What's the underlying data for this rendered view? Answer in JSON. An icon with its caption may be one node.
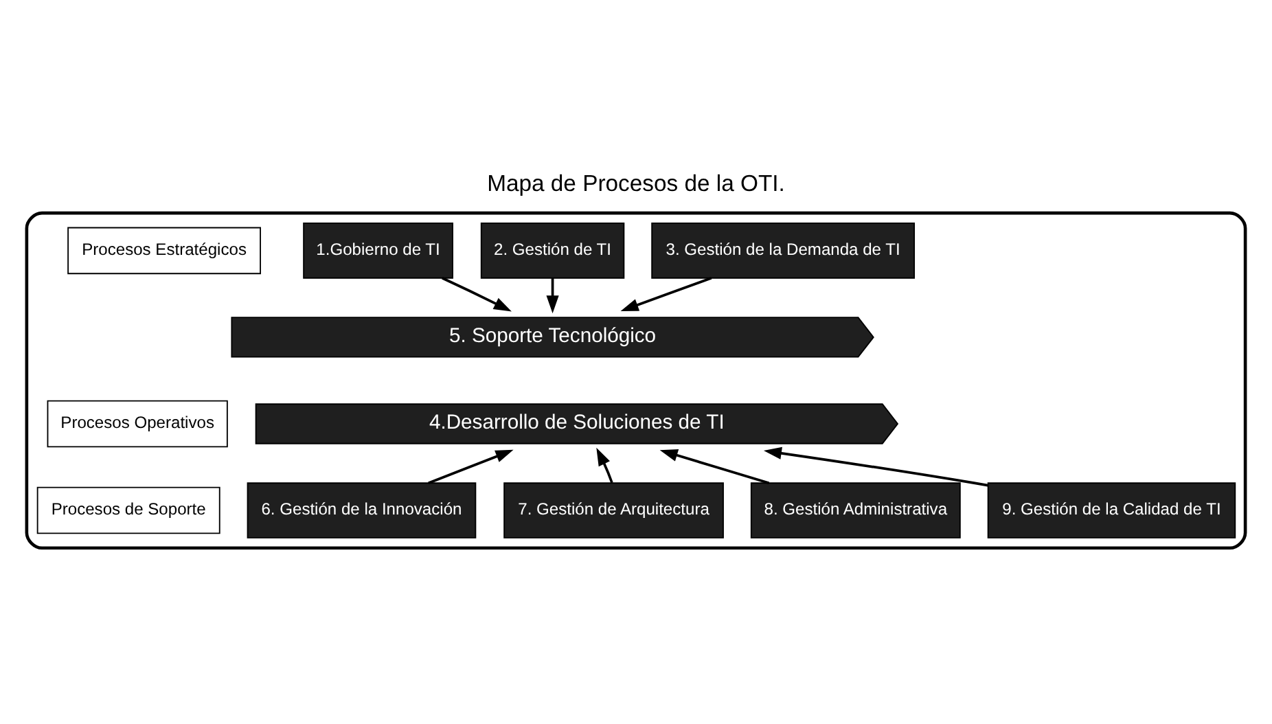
{
  "diagram": {
    "title": "Mapa de Procesos de la OTI.",
    "nodes": [
      {
        "text": [],
        "shape": "arrow"
      },
      {
        "text": [
          "Procesos Estratégicos"
        ],
        "in": 0
      },
      {
        "text": [
          "Procesos Operativos"
        ],
        "in": 0
      },
      {
        "text": [
          "Procesos de Soporte"
        ],
        "in": 0
      },
      {
        "text": [
          "1.Gobierno de TI"
        ],
        "in": 0
      },
      {
        "text": [
          "2. Gestión de TI"
        ],
        "in": 0
      },
      {
        "text": [
          "3. Gestión de la Demanda de TI"
        ],
        "in": 0
      },
      {
        "text": [
          "5. Soporte Tecnológico"
        ],
        "in": 0
      },
      {
        "text": [
          "4.Desarrollo de Soluciones de TI"
        ],
        "in": 0
      },
      {
        "text": [
          "6. Gestión de la Innovación"
        ],
        "in": 0
      },
      {
        "text": [
          "7. Gestión de Arquitectura"
        ],
        "in": 0
      },
      {
        "text": [
          "8. Gestión Administrativa"
        ],
        "in": 0
      },
      {
        "text": [
          "9. Gestión de la Calidad de TI"
        ],
        "in": 0
      }
    ],
    "edges": [
      {
        "from": 4,
        "to": 7,
        "arrow": "to"
      },
      {
        "from": 5,
        "to": 7,
        "arrow": "to"
      },
      {
        "from": 6,
        "to": 7,
        "arrow": "to"
      },
      {
        "from": 9,
        "to": 8,
        "arrow": "to"
      },
      {
        "from": 10,
        "to": 8,
        "arrow": "to"
      },
      {
        "from": 11,
        "to": 8,
        "arrow": "to"
      },
      {
        "from": 12,
        "to": 8,
        "arrow": "to"
      }
    ]
  }
}
